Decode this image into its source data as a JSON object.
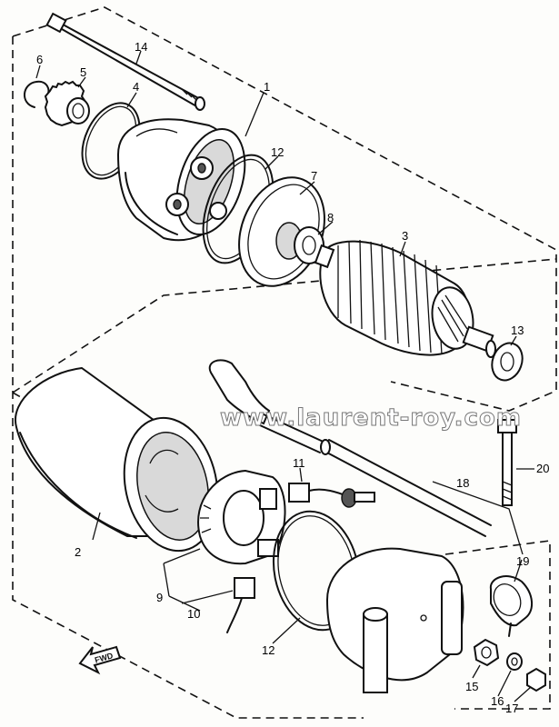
{
  "diagram": {
    "labels": {
      "p1": "1",
      "p2": "2",
      "p3": "3",
      "p4": "4",
      "p5": "5",
      "p6": "6",
      "p7": "7",
      "p8": "8",
      "p9": "9",
      "p10": "10",
      "p11": "11",
      "p12a": "12",
      "p12b": "12",
      "p13": "13",
      "p14": "14",
      "p15": "15",
      "p16": "16",
      "p17": "17",
      "p18": "18",
      "p19": "19",
      "p20": "20"
    },
    "fwd_arrow": "FWD",
    "watermark": "www.laurent-roy.com"
  }
}
